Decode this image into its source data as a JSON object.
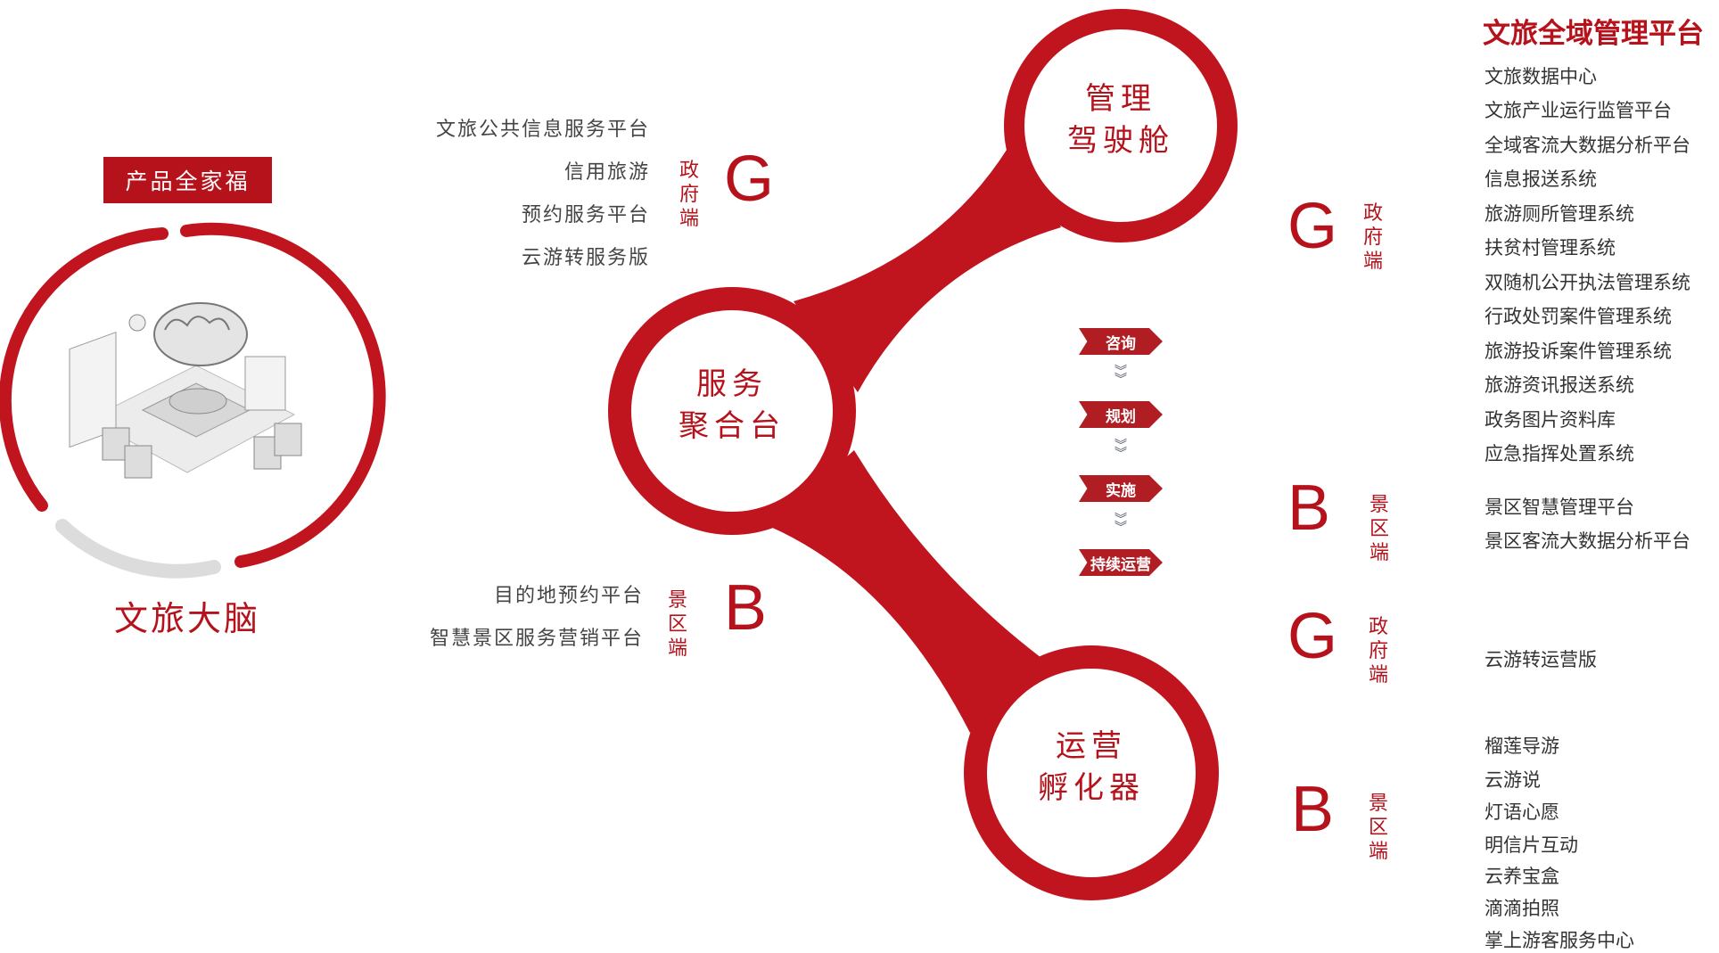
{
  "product_family_label": "产品全家福",
  "brain_label": "文旅大脑",
  "hubs": {
    "cockpit": [
      "管理",
      "驾驶舱"
    ],
    "service": [
      "服务",
      "聚合台"
    ],
    "incubator": [
      "运营",
      "孵化器"
    ]
  },
  "left_g": {
    "items": [
      "文旅公共信息服务平台",
      "信用旅游",
      "预约服务平台",
      "云游转服务版"
    ],
    "tag": "政府端",
    "letter": "G"
  },
  "left_b": {
    "items": [
      "目的地预约平台",
      "智慧景区服务营销平台"
    ],
    "tag": "景区端",
    "letter": "B"
  },
  "flow_steps": [
    "咨询",
    "规划",
    "实施",
    "持续运营"
  ],
  "right_title": "文旅全域管理平台",
  "right_groups": [
    {
      "letter": "G",
      "tag": "政府端",
      "items": [
        "文旅数据中心",
        "文旅产业运行监管平台",
        "全域客流大数据分析平台",
        "信息报送系统",
        "旅游厕所管理系统",
        "扶贫村管理系统",
        "双随机公开执法管理系统",
        "行政处罚案件管理系统",
        "旅游投诉案件管理系统",
        "旅游资讯报送系统",
        "政务图片资料库",
        "应急指挥处置系统"
      ]
    },
    {
      "letter": "B",
      "tag": "景区端",
      "items": [
        "景区智慧管理平台",
        "景区客流大数据分析平台"
      ]
    },
    {
      "letter": "G",
      "tag": "政府端",
      "items": [
        "云游转运营版"
      ]
    },
    {
      "letter": "B",
      "tag": "景区端",
      "items": [
        "榴莲导游",
        "云游说",
        "灯语心愿",
        "明信片互动",
        "云养宝盒",
        "滴滴拍照",
        "掌上游客服务中心"
      ]
    }
  ],
  "colors": {
    "brand_red": "#b5121b",
    "ring_grey": "#dcdcdc"
  }
}
